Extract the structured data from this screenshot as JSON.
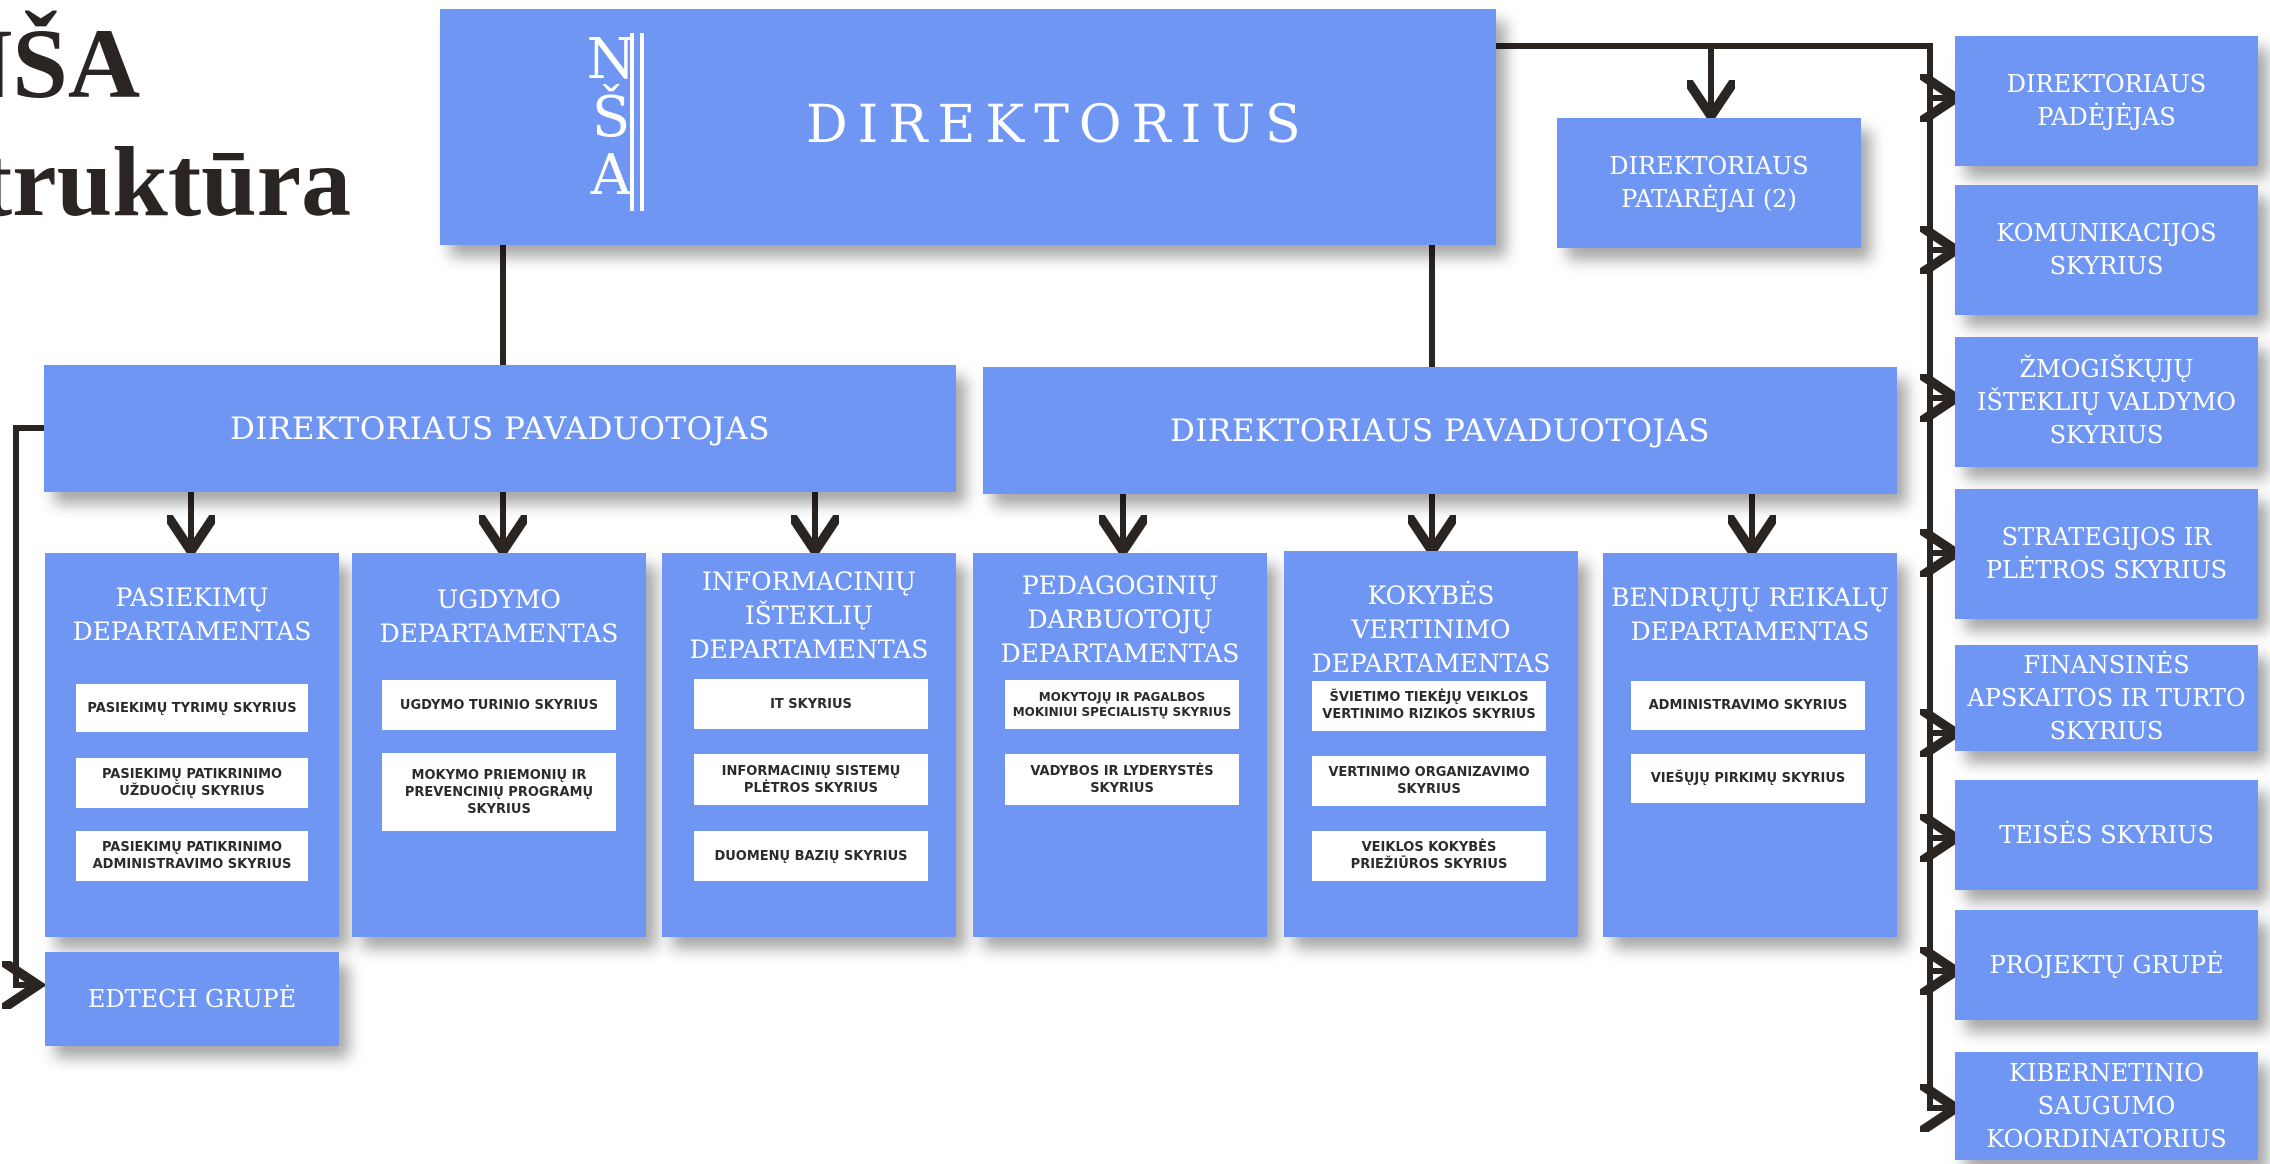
{
  "title": {
    "line1": "NŠA",
    "line2": "struktūra"
  },
  "director": {
    "logo_letters": [
      "N",
      "Š",
      "A"
    ],
    "label": "DIREKTORIUS"
  },
  "advisors": {
    "label": "DIREKTORIAUS PATARĖJAI (2)"
  },
  "deputies": [
    {
      "label": "DIREKTORIAUS PAVADUOTOJAS"
    },
    {
      "label": "DIREKTORIAUS PAVADUOTOJAS"
    }
  ],
  "departments": [
    {
      "label": "PASIEKIMŲ DEPARTAMENTAS",
      "units": [
        "PASIEKIMŲ TYRIMŲ SKYRIUS",
        "PASIEKIMŲ PATIKRINIMO UŽDUOČIŲ SKYRIUS",
        "PASIEKIMŲ PATIKRINIMO ADMINISTRAVIMO SKYRIUS"
      ]
    },
    {
      "label": "UGDYMO DEPARTAMENTAS",
      "units": [
        "UGDYMO TURINIO SKYRIUS",
        "MOKYMO PRIEMONIŲ IR PREVENCINIŲ PROGRAMŲ SKYRIUS"
      ]
    },
    {
      "label": "INFORMACINIŲ IŠTEKLIŲ DEPARTAMENTAS",
      "units": [
        "IT SKYRIUS",
        "INFORMACINIŲ SISTEMŲ PLĖTROS SKYRIUS",
        "DUOMENŲ BAZIŲ SKYRIUS"
      ]
    },
    {
      "label": "PEDAGOGINIŲ DARBUOTOJŲ DEPARTAMENTAS",
      "units": [
        "MOKYTOJŲ IR PAGALBOS MOKINIUI SPECIALISTŲ SKYRIUS",
        "VADYBOS IR LYDERYSTĖS SKYRIUS"
      ]
    },
    {
      "label": "KOKYBĖS VERTINIMO DEPARTAMENTAS",
      "units": [
        "ŠVIETIMO TIEKĖJŲ VEIKLOS VERTINIMO RIZIKOS SKYRIUS",
        "VERTINIMO ORGANIZAVIMO SKYRIUS",
        "VEIKLOS KOKYBĖS PRIEŽIŪROS SKYRIUS"
      ]
    },
    {
      "label": "BENDRŲJŲ REIKALŲ DEPARTAMENTAS",
      "units": [
        "ADMINISTRAVIMO SKYRIUS",
        "VIEŠŲJŲ PIRKIMŲ SKYRIUS"
      ]
    }
  ],
  "edtech": {
    "label": "EDTECH GRUPĖ"
  },
  "side_units": [
    "DIREKTORIAUS PADĖJĖJAS",
    "KOMUNIKACIJOS SKYRIUS",
    "ŽMOGIŠKŲJŲ IŠTEKLIŲ VALDYMO SKYRIUS",
    "STRATEGIJOS IR PLĖTROS SKYRIUS",
    "FINANSINĖS APSKAITOS IR TURTO SKYRIUS",
    "TEISĖS SKYRIUS",
    "PROJEKTŲ GRUPĖ",
    "KIBERNETINIO SAUGUMO KOORDINATORIUS"
  ],
  "colors": {
    "box": "#6f96f3",
    "line": "#2b2522",
    "title": "#2a2522"
  }
}
